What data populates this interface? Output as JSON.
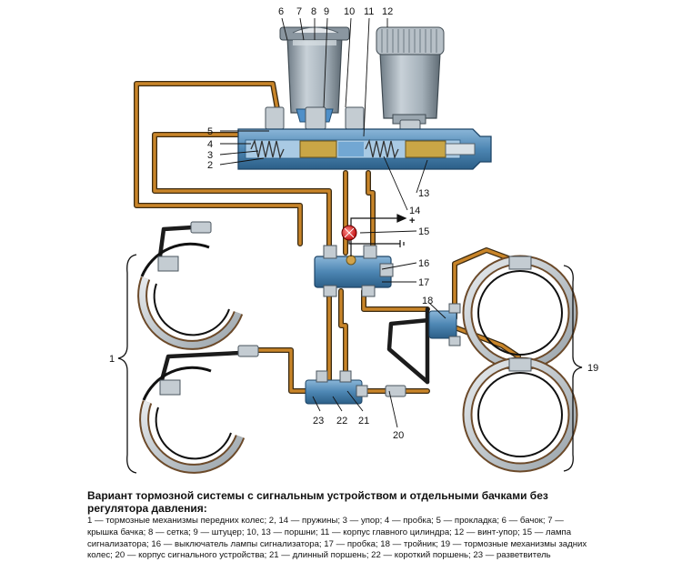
{
  "callouts": [
    {
      "id": "1",
      "label": "1"
    },
    {
      "id": "2",
      "label": "2"
    },
    {
      "id": "3",
      "label": "3"
    },
    {
      "id": "4",
      "label": "4"
    },
    {
      "id": "5",
      "label": "5"
    },
    {
      "id": "6",
      "label": "6"
    },
    {
      "id": "7",
      "label": "7"
    },
    {
      "id": "8",
      "label": "8"
    },
    {
      "id": "9",
      "label": "9"
    },
    {
      "id": "10",
      "label": "10"
    },
    {
      "id": "11",
      "label": "11"
    },
    {
      "id": "12",
      "label": "12"
    },
    {
      "id": "13",
      "label": "13"
    },
    {
      "id": "14",
      "label": "14"
    },
    {
      "id": "15",
      "label": "15"
    },
    {
      "id": "16",
      "label": "16"
    },
    {
      "id": "17",
      "label": "17"
    },
    {
      "id": "18",
      "label": "18"
    },
    {
      "id": "19",
      "label": "19"
    },
    {
      "id": "20",
      "label": "20"
    },
    {
      "id": "21",
      "label": "21"
    },
    {
      "id": "22",
      "label": "22"
    },
    {
      "id": "23",
      "label": "23"
    }
  ],
  "terminals": {
    "plus": "+",
    "ground": "—"
  },
  "caption": {
    "title": "Вариант тормозной системы с сигнальным устройством и отдельными бачками без регулятора давления:",
    "legend": "1 — тормозные механизмы передних колес; 2, 14 — пружины; 3 — упор; 4 — пробка; 5 — прокладка; 6 — бачок; 7 — крышка бачка; 8 — сетка; 9 — штуцер; 10, 13 — поршни; 11 — корпус главного цилиндра; 12 — винт-упор; 15 — лампа сигнализатора; 16 — выключатель лампы сигнализатора; 17 — пробка; 18 — тройник; 19 — тормозные механизмы задних колес; 20 — корпус сигнального устройства; 21 — длинный поршень; 22 — короткий поршень; 23 — разветвитель"
  },
  "colors": {
    "brake_line": "#b8731f",
    "brake_line_dark": "#222222",
    "cylinder": "#5b94bf",
    "cylinder_dark": "#2d5d85",
    "reservoir": "#9aa7b1",
    "shoe_drum": "#c9d0d5",
    "lining": "#6c4a2a",
    "lamp": "#d81e1e",
    "fluid_blue": "#4f8fc8"
  },
  "icons": [
    "reservoir-icon",
    "lamp-icon",
    "drum-brake-icon",
    "pipe-fitting-icon"
  ]
}
